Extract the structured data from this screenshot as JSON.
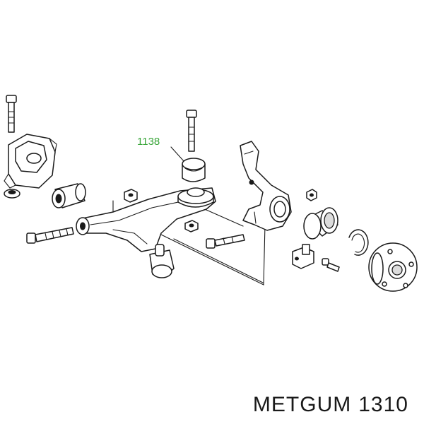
{
  "callout": {
    "label": "1138",
    "color": "#3aa63a"
  },
  "brand": {
    "name": "METGUM",
    "part_number": "1310"
  },
  "line_color": "#1a1a1a"
}
